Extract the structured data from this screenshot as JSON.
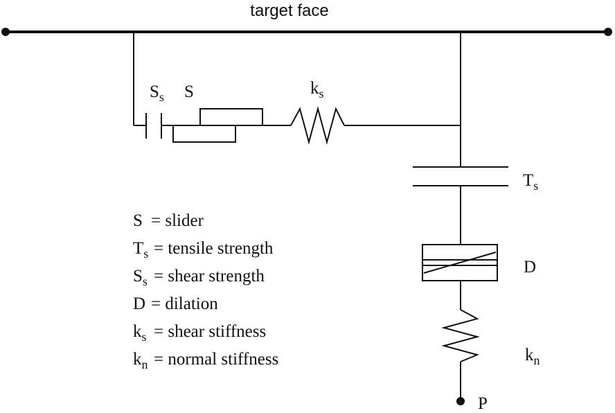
{
  "title": "target face",
  "labels": {
    "ss": {
      "base": "S",
      "sub": "s"
    },
    "s": {
      "base": "S"
    },
    "ks": {
      "base": "k",
      "sub": "s"
    },
    "ts": {
      "base": "T",
      "sub": "s"
    },
    "d": {
      "base": "D"
    },
    "kn": {
      "base": "k",
      "sub": "n"
    },
    "p": {
      "base": "P"
    }
  },
  "legend": [
    {
      "base": "S",
      "sub": "",
      "eq": "=",
      "text": "slider"
    },
    {
      "base": "T",
      "sub": "s",
      "eq": "=",
      "text": "tensile strength"
    },
    {
      "base": "S",
      "sub": "s",
      "eq": "=",
      "text": "shear strength"
    },
    {
      "base": "D",
      "sub": "",
      "eq": "=",
      "text": "dilation"
    },
    {
      "base": "k",
      "sub": "s",
      "eq": "=",
      "text": "shear stiffness"
    },
    {
      "base": "k",
      "sub": "n",
      "eq": "=",
      "text": "normal stiffness"
    }
  ]
}
